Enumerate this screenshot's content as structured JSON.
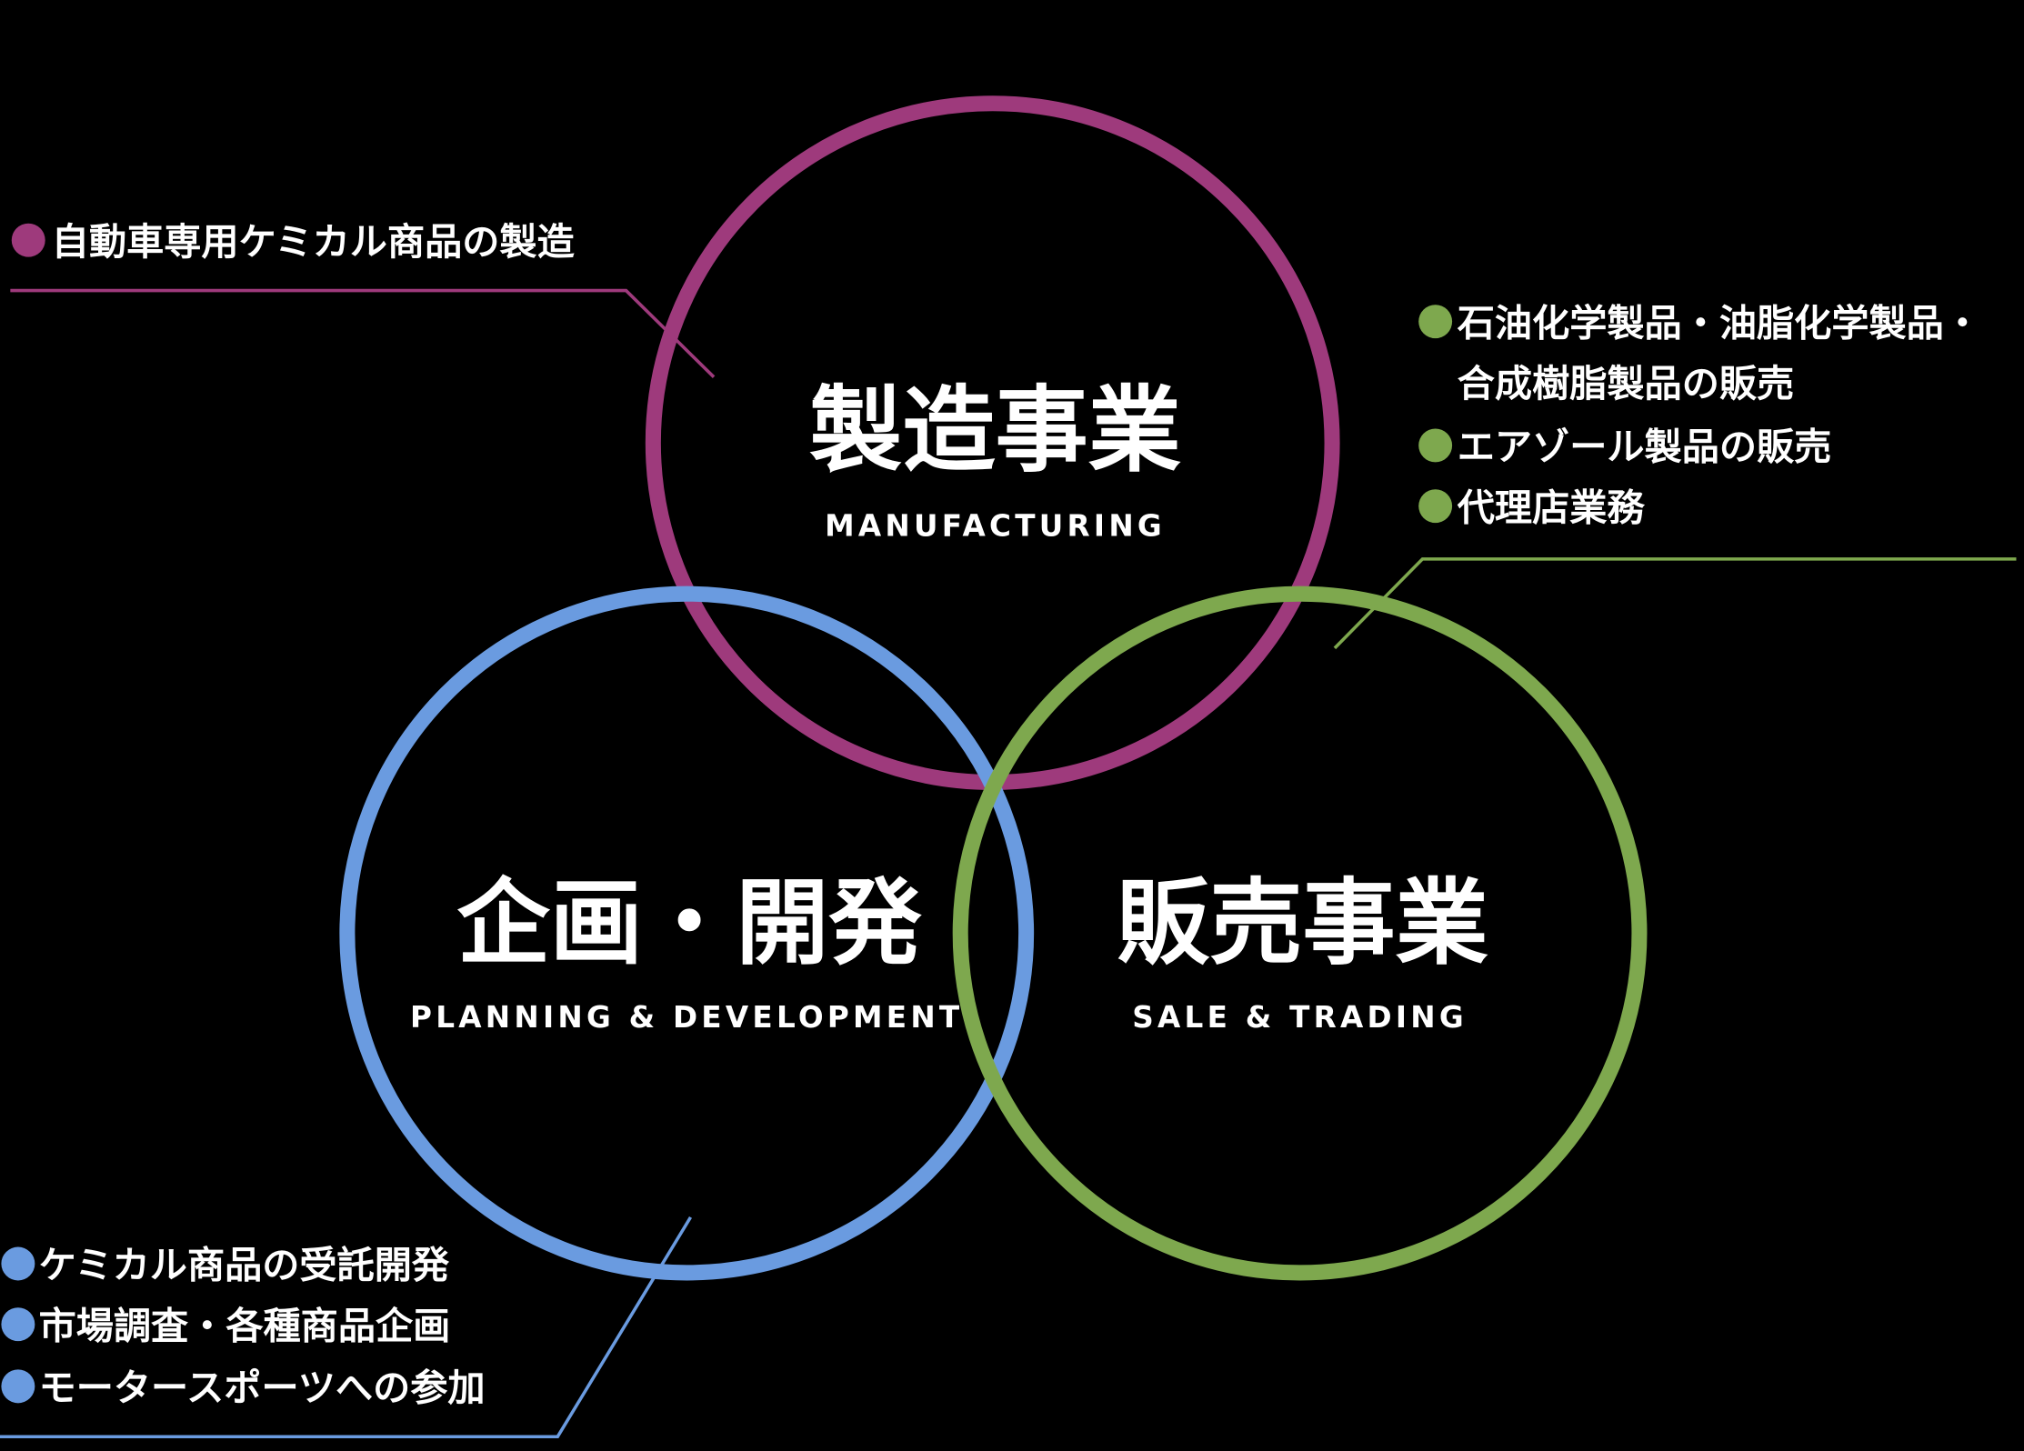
{
  "colors": {
    "manufacturing": "#9e3a7c",
    "planning": "#6a9be0",
    "sales": "#7ea84e",
    "background": "#000000"
  },
  "manufacturing": {
    "title": "製造事業",
    "subtitle": "MANUFACTURING",
    "items": [
      "自動車専用ケミカル商品の製造"
    ]
  },
  "planning": {
    "title": "企画・開発",
    "subtitle": "PLANNING & DEVELOPMENT",
    "items": [
      "ケミカル商品の受託開発",
      "市場調査・各種商品企画",
      "モータースポーツへの参加"
    ]
  },
  "sales": {
    "title": "販売事業",
    "subtitle": "SALE & TRADING",
    "items": [
      "石油化学製品・油脂化学製品・",
      "合成樹脂製品の販売",
      "エアゾール製品の販売",
      "代理店業務"
    ]
  }
}
